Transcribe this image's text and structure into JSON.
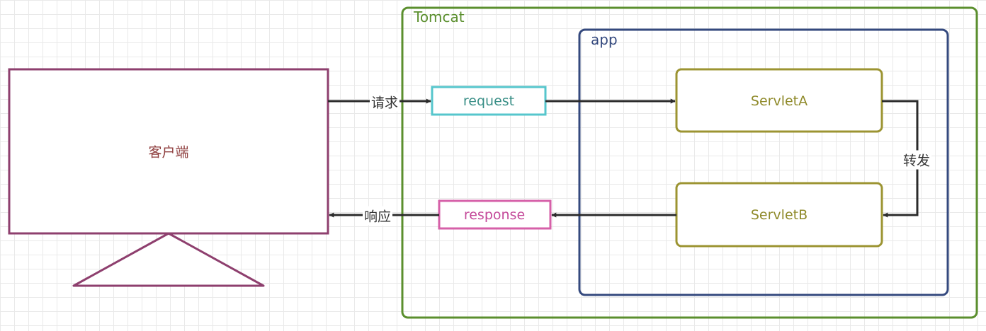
{
  "containers": {
    "tomcat": {
      "label": "Tomcat",
      "color": "#5b8f2e"
    },
    "app": {
      "label": "app",
      "color": "#34497e"
    }
  },
  "nodes": {
    "client": {
      "label": "客户端",
      "color": "#8e3f6e",
      "text_color": "#8e3d3d"
    },
    "request": {
      "label": "request",
      "color": "#56c6cc",
      "text_color": "#3a8f87"
    },
    "response": {
      "label": "response",
      "color": "#d660a8",
      "text_color": "#c44a9a"
    },
    "servlet_a": {
      "label": "ServletA",
      "color": "#9c9432",
      "text_color": "#8f8a2a"
    },
    "servlet_b": {
      "label": "ServletB",
      "color": "#9c9432",
      "text_color": "#8f8a2a"
    }
  },
  "edges": {
    "request_label": "请求",
    "forward_label": "转发",
    "response_label": "响应",
    "color": "#2b2b2b"
  }
}
